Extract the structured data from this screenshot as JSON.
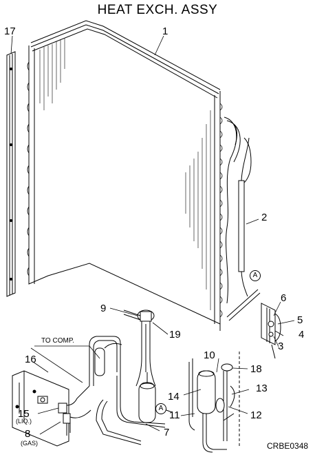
{
  "title": "HEAT EXCH. ASSY",
  "parts": {
    "p1": "1",
    "p2": "2",
    "p3": "3",
    "p4": "4",
    "p5": "5",
    "p6": "6",
    "p7": "7",
    "p8": "8",
    "p9": "9",
    "p10": "10",
    "p11": "11",
    "p12": "12",
    "p13": "13",
    "p14": "14",
    "p15": "15",
    "p16": "16",
    "p17": "17",
    "p18": "18",
    "p19": "19"
  },
  "sublabels": {
    "liq": "(LIQ.)",
    "gas": "(GAS)"
  },
  "note_to_comp": "TO COMP.",
  "ref_marker": "A",
  "drawing_code": "CRBE0348"
}
